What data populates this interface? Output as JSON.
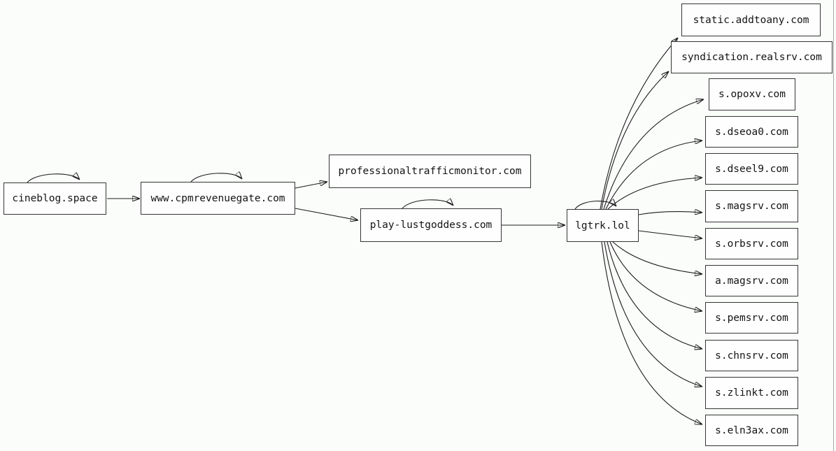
{
  "colors": {
    "background": "#fbfdfb",
    "node_border": "#353535",
    "node_fill": "#fdfefd",
    "edge_stroke": "#1c1c1c",
    "label_text": "#141414",
    "right_border_line": "#ababab"
  },
  "graph": {
    "type": "directed-graph",
    "nodes": [
      {
        "id": "cineblog.space",
        "label": "cineblog.space",
        "self_loop": true
      },
      {
        "id": "www.cpmrevenuegate.com",
        "label": "www.cpmrevenuegate.com",
        "self_loop": true
      },
      {
        "id": "professionaltrafficmonitor.com",
        "label": "professionaltrafficmonitor.com",
        "self_loop": false
      },
      {
        "id": "play-lustgoddess.com",
        "label": "play-lustgoddess.com",
        "self_loop": true
      },
      {
        "id": "lgtrk.lol",
        "label": "lgtrk.lol",
        "self_loop": true
      },
      {
        "id": "static.addtoany.com",
        "label": "static.addtoany.com",
        "self_loop": false
      },
      {
        "id": "syndication.realsrv.com",
        "label": "syndication.realsrv.com",
        "self_loop": false
      },
      {
        "id": "s.opoxv.com",
        "label": "s.opoxv.com",
        "self_loop": false
      },
      {
        "id": "s.dseoa0.com",
        "label": "s.dseoa0.com",
        "self_loop": false
      },
      {
        "id": "s.dseel9.com",
        "label": "s.dseel9.com",
        "self_loop": false
      },
      {
        "id": "s.magsrv.com",
        "label": "s.magsrv.com",
        "self_loop": false
      },
      {
        "id": "s.orbsrv.com",
        "label": "s.orbsrv.com",
        "self_loop": false
      },
      {
        "id": "a.magsrv.com",
        "label": "a.magsrv.com",
        "self_loop": false
      },
      {
        "id": "s.pemsrv.com",
        "label": "s.pemsrv.com",
        "self_loop": false
      },
      {
        "id": "s.chnsrv.com",
        "label": "s.chnsrv.com",
        "self_loop": false
      },
      {
        "id": "s.zlinkt.com",
        "label": "s.zlinkt.com",
        "self_loop": false
      },
      {
        "id": "s.eln3ax.com",
        "label": "s.eln3ax.com",
        "self_loop": false
      }
    ],
    "edges": [
      {
        "from": "cineblog.space",
        "to": "cineblog.space",
        "type": "self"
      },
      {
        "from": "cineblog.space",
        "to": "www.cpmrevenuegate.com",
        "type": "normal"
      },
      {
        "from": "www.cpmrevenuegate.com",
        "to": "www.cpmrevenuegate.com",
        "type": "self"
      },
      {
        "from": "www.cpmrevenuegate.com",
        "to": "professionaltrafficmonitor.com",
        "type": "normal"
      },
      {
        "from": "www.cpmrevenuegate.com",
        "to": "play-lustgoddess.com",
        "type": "normal"
      },
      {
        "from": "play-lustgoddess.com",
        "to": "play-lustgoddess.com",
        "type": "self"
      },
      {
        "from": "play-lustgoddess.com",
        "to": "lgtrk.lol",
        "type": "normal"
      },
      {
        "from": "lgtrk.lol",
        "to": "lgtrk.lol",
        "type": "self"
      },
      {
        "from": "lgtrk.lol",
        "to": "static.addtoany.com",
        "type": "normal"
      },
      {
        "from": "lgtrk.lol",
        "to": "syndication.realsrv.com",
        "type": "normal"
      },
      {
        "from": "lgtrk.lol",
        "to": "s.opoxv.com",
        "type": "normal"
      },
      {
        "from": "lgtrk.lol",
        "to": "s.dseoa0.com",
        "type": "normal"
      },
      {
        "from": "lgtrk.lol",
        "to": "s.dseel9.com",
        "type": "normal"
      },
      {
        "from": "lgtrk.lol",
        "to": "s.magsrv.com",
        "type": "normal"
      },
      {
        "from": "lgtrk.lol",
        "to": "s.orbsrv.com",
        "type": "normal"
      },
      {
        "from": "lgtrk.lol",
        "to": "a.magsrv.com",
        "type": "normal"
      },
      {
        "from": "lgtrk.lol",
        "to": "s.pemsrv.com",
        "type": "normal"
      },
      {
        "from": "lgtrk.lol",
        "to": "s.chnsrv.com",
        "type": "normal"
      },
      {
        "from": "lgtrk.lol",
        "to": "s.zlinkt.com",
        "type": "normal"
      },
      {
        "from": "lgtrk.lol",
        "to": "s.eln3ax.com",
        "type": "normal"
      }
    ]
  }
}
